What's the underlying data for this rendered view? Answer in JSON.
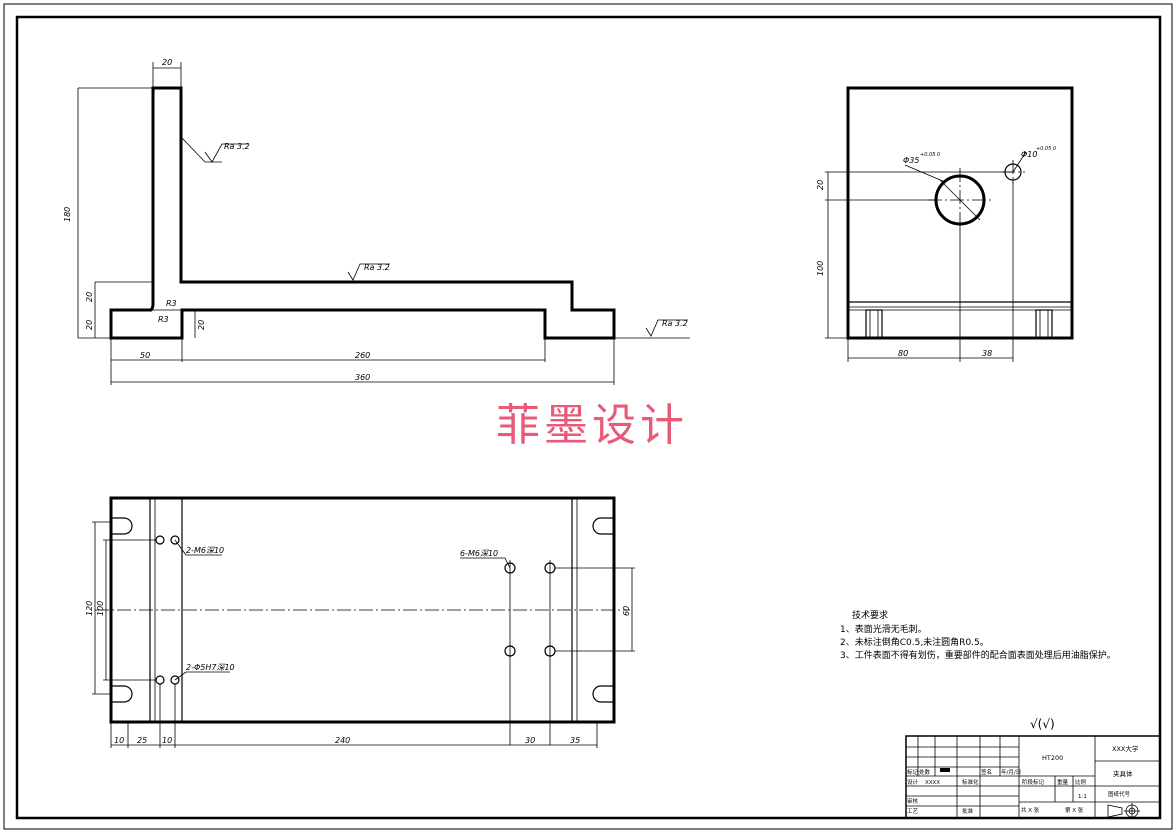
{
  "watermark": "菲墨设计",
  "dimensions": {
    "front": [
      "20",
      "180",
      "20",
      "20",
      "20",
      "50",
      "260",
      "360",
      "R3",
      "R3"
    ],
    "front_roughness": [
      "Ra 3.2",
      "Ra 3.2",
      "Ra 3.2"
    ],
    "side": [
      "20",
      "100",
      "80",
      "38"
    ],
    "side_hole_big": "Φ35",
    "side_hole_big_tol": "+0.05 0",
    "side_hole_small": "Φ10",
    "side_hole_small_tol": "+0.05 0",
    "top": [
      "120",
      "100",
      "60",
      "10",
      "25",
      "10",
      "240",
      "30",
      "35"
    ],
    "top_callouts": [
      "2-M6深10",
      "6-M6深10",
      "2-Φ5H7深10"
    ]
  },
  "tech_requirements": {
    "title": "技术要求",
    "items": [
      "1、表面光滑无毛刺。",
      "2、未标注倒角C0.5,未注圆角R0.5。",
      "3、工件表面不得有划伤，重要部件的配合面表面处理后用油脂保护。"
    ]
  },
  "roughness_symbol": "√(√)",
  "title_block": {
    "material": "HT200",
    "school": "XXX大学",
    "part_name": "夹具体",
    "drawing_no": "图纸代号",
    "scale_label": "比例",
    "scale": "1:1",
    "weight_label": "重量",
    "stage_label": "阶段标记",
    "design_label": "设计",
    "designer": "XXXX",
    "std_label": "标准化",
    "check_label": "审核",
    "process_label": "工艺",
    "approve_label": "批准",
    "mark_label": "标记",
    "count_label": "处数",
    "sign_label": "签名",
    "date_label": "年/月/日",
    "sheets_total": "共 X 张",
    "sheet_no": "第 X 张"
  }
}
